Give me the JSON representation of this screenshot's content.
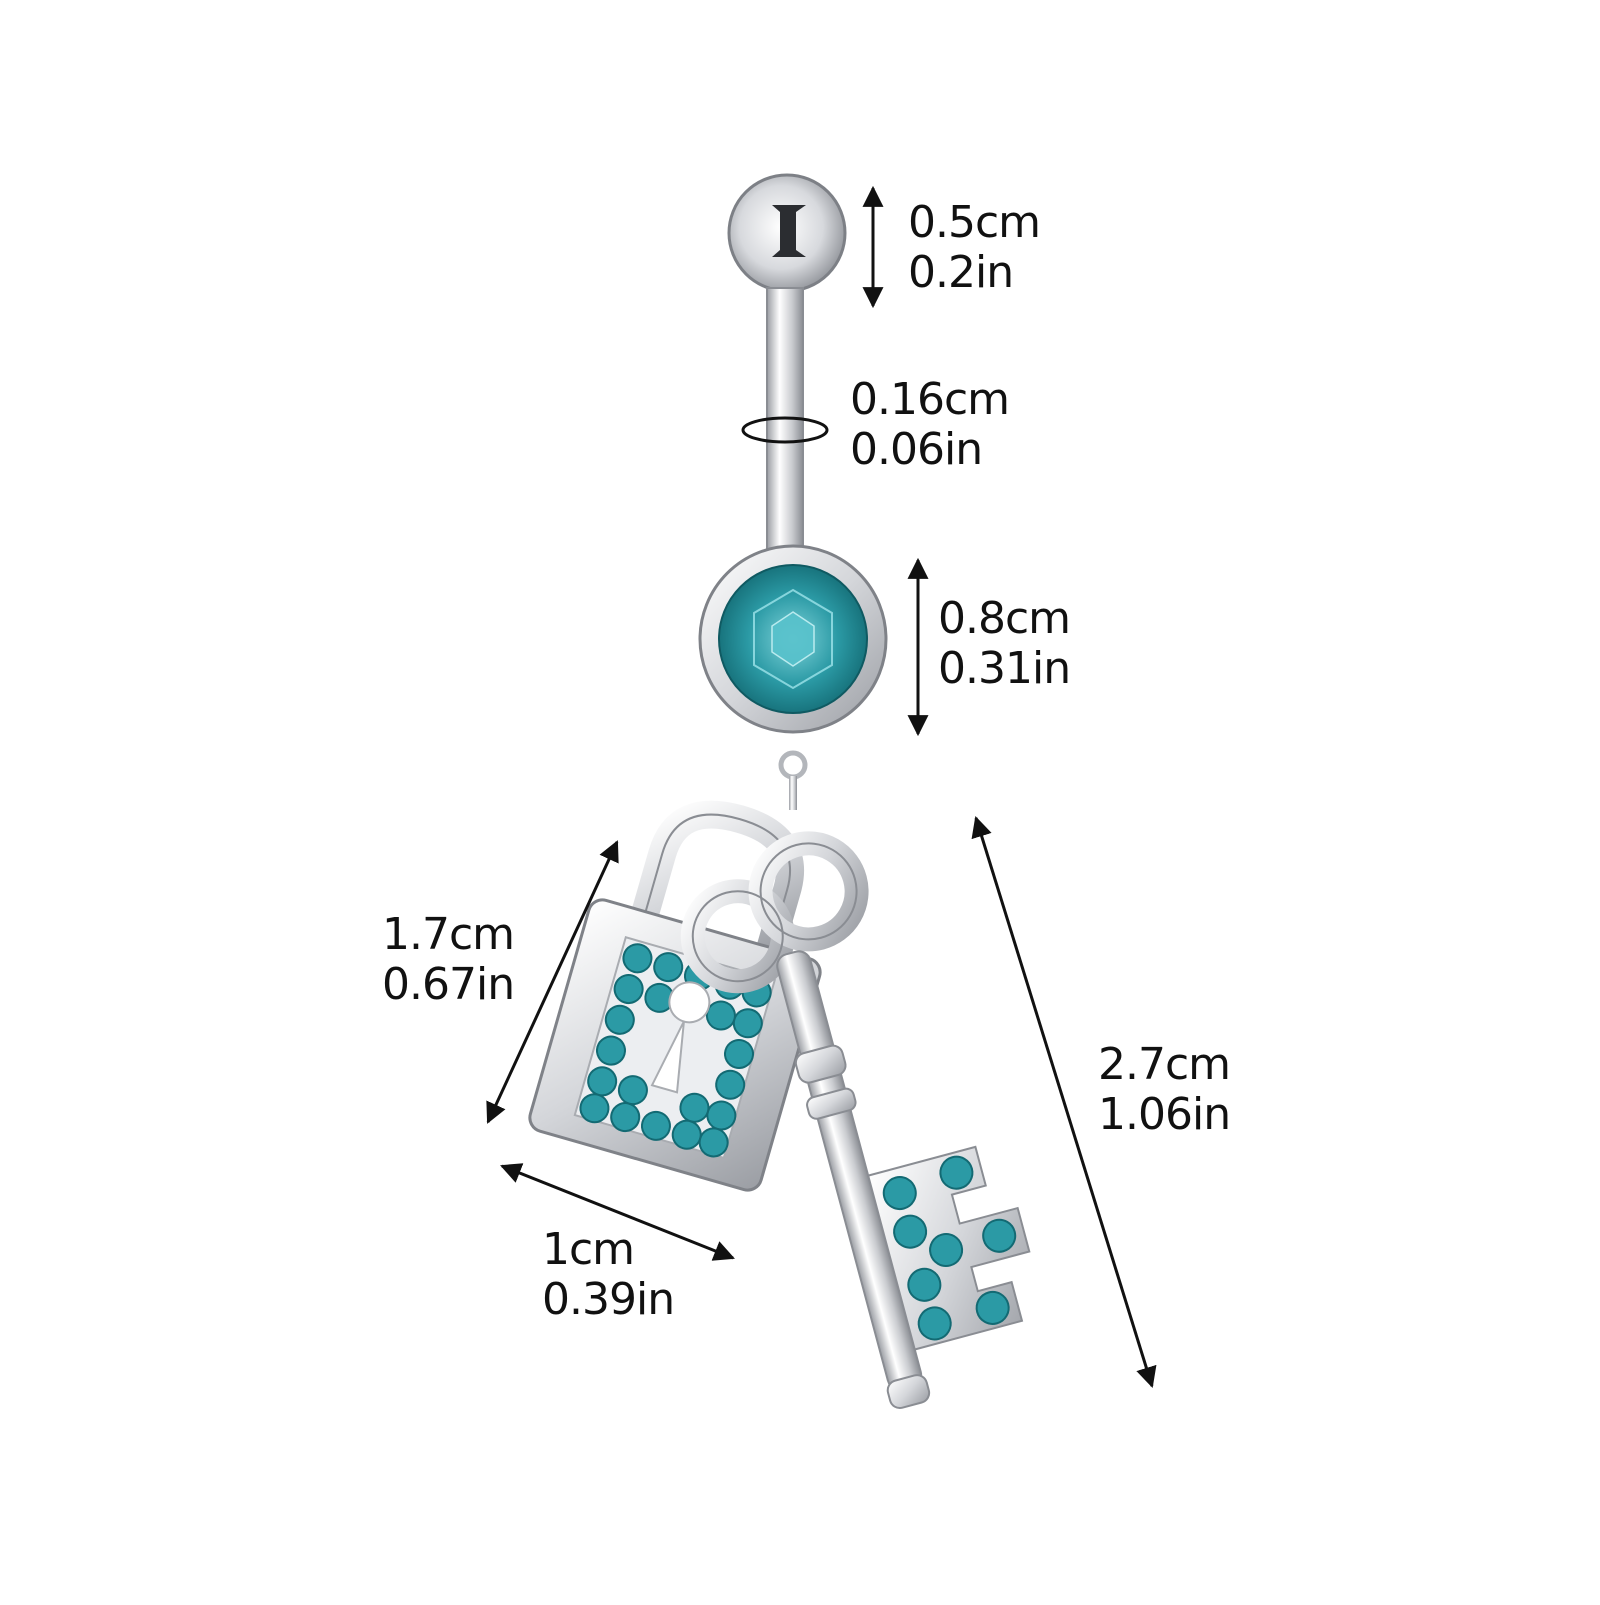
{
  "colors": {
    "background": "#ffffff",
    "metal_light": "#f4f4f6",
    "metal_dark": "#8a8d93",
    "gem": "#2b9aa5",
    "gem_dark": "#17707a",
    "arrow": "#111111"
  },
  "icons": [
    "top-ball-icon",
    "barbell-shaft-icon",
    "bezel-gem-icon",
    "padlock-charm-icon",
    "key-charm-icon",
    "dimension-arrow-icon",
    "circumference-ring-icon"
  ],
  "dimensions": {
    "top_ball": {
      "cm": "0.5cm",
      "inch": "0.2in"
    },
    "bar": {
      "cm": "0.16cm",
      "inch": "0.06in"
    },
    "gem": {
      "cm": "0.8cm",
      "inch": "0.31in"
    },
    "lock_height": {
      "cm": "1.7cm",
      "inch": "0.67in"
    },
    "lock_width": {
      "cm": "1cm",
      "inch": "0.39in"
    },
    "charm_length": {
      "cm": "2.7cm",
      "inch": "1.06in"
    }
  }
}
